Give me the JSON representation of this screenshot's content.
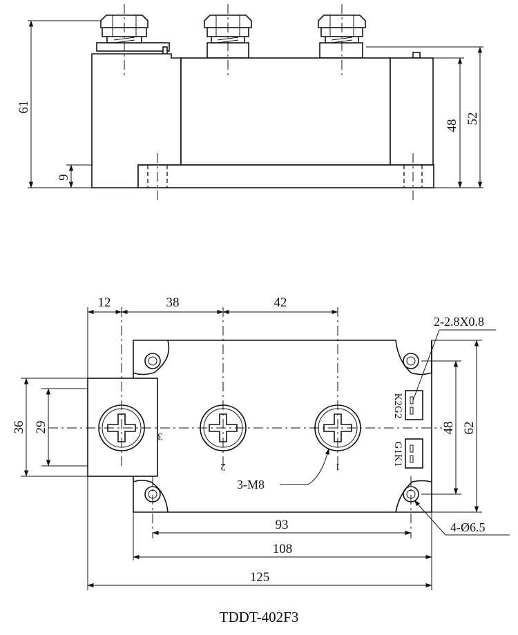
{
  "caption": "TDDT-402F3",
  "side_view": {
    "dimensions": {
      "height_total": "61",
      "height_52": "52",
      "height_48": "48",
      "base_9": "9"
    }
  },
  "top_view": {
    "dimensions": {
      "pitch_12": "12",
      "pitch_38": "38",
      "pitch_42": "42",
      "width_36": "36",
      "width_29": "29",
      "height_48": "48",
      "height_62": "62",
      "length_93": "93",
      "length_108": "108",
      "length_125": "125"
    },
    "notes": {
      "tab_spec": "2-2.8X0.8",
      "screw_spec": "3-M8",
      "hole_spec": "4-Ø6.5"
    },
    "terminal_labels": {
      "t3": "3",
      "t2": "2",
      "t1": "1"
    },
    "gate_labels": {
      "upper": "K2G2",
      "lower": "G1K1"
    }
  }
}
